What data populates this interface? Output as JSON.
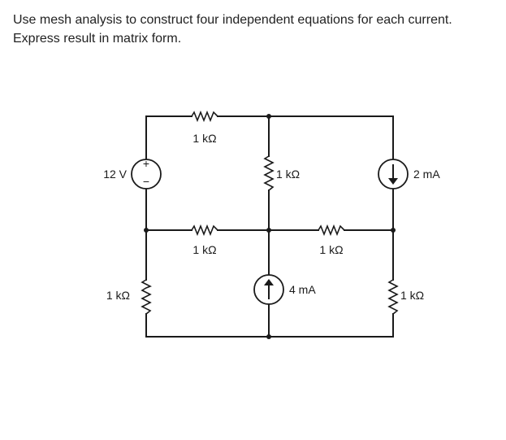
{
  "problem": {
    "text": "Use mesh analysis to construct four independent equations for each current. Express result in matrix form."
  },
  "circuit": {
    "labels": {
      "r_top": "1 kΩ",
      "r_center": "1 kΩ",
      "r_mid_left": "1 kΩ",
      "r_mid_right": "1 kΩ",
      "r_bottom_left": "1 kΩ",
      "r_bottom_right": "1 kΩ",
      "v_source": "12 V",
      "i_source_right": "2 mA",
      "i_source_center": "4 mA"
    },
    "source_marks": {
      "plus": "+",
      "minus": "−"
    }
  }
}
